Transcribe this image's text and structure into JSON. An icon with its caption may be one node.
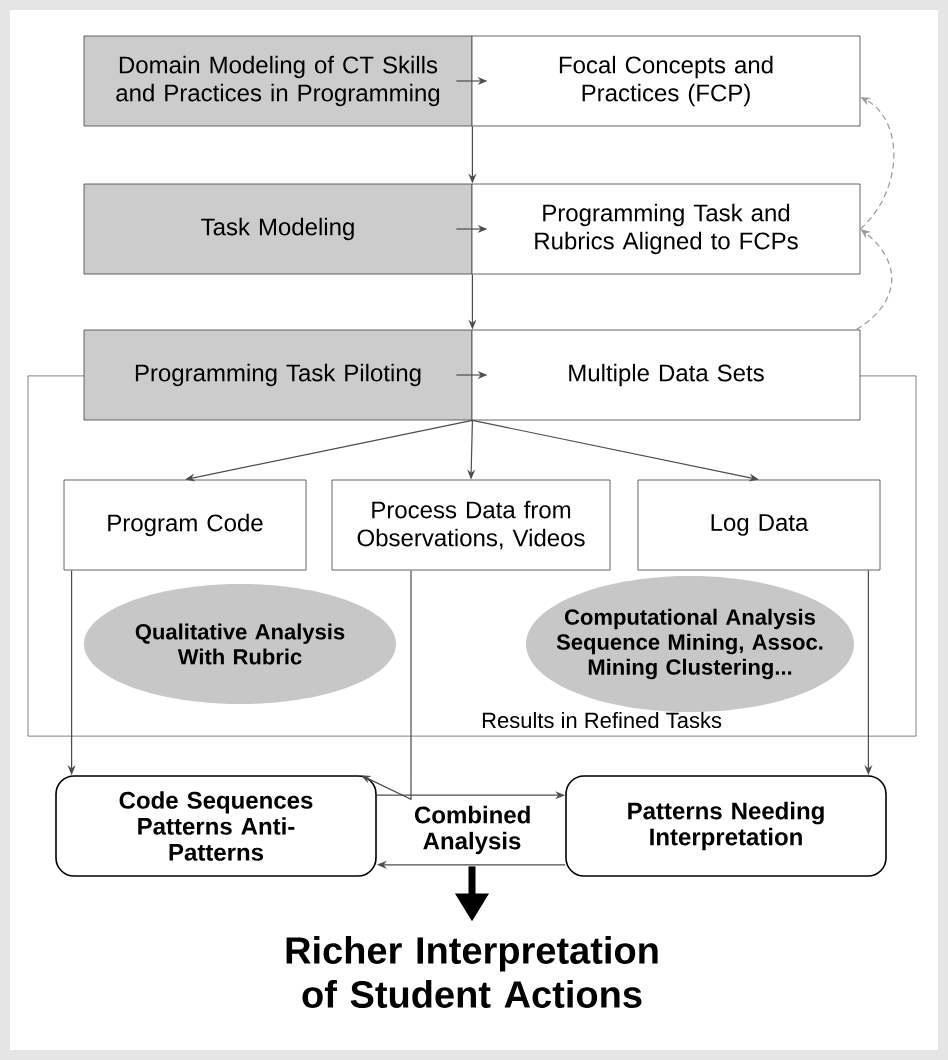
{
  "diagram": {
    "nodes": [
      {
        "text": [
          "Domain Modeling of CT Skills and Practices in Programming"
        ]
      },
      {
        "text": [
          "Focal Concepts and Practices (FCP)"
        ]
      },
      {
        "text": [
          "Task Modeling"
        ]
      },
      {
        "text": [
          "Programming Task and Rubrics Aligned to FCPs"
        ]
      },
      {
        "text": [
          "Programming Task Piloting"
        ]
      },
      {
        "text": [
          "Multiple Data Sets"
        ]
      },
      {
        "text": [
          "Results in Refined Tasks"
        ]
      },
      {
        "text": [
          "Program Code"
        ],
        "in": 6
      },
      {
        "text": [
          "Process Data from Observations, Videos"
        ],
        "in": 6
      },
      {
        "text": [
          "Log Data"
        ],
        "in": 6
      },
      {
        "text": [
          "Qualitative Analysis With Rubric"
        ],
        "in": 6
      },
      {
        "text": [
          "Computational Analysis Sequence Mining, Assoc. Mining Clustering..."
        ],
        "in": 6
      },
      {
        "text": [
          "Code Sequences Patterns Anti-Patterns"
        ]
      },
      {
        "text": [
          "Combined Analysis"
        ]
      },
      {
        "text": [
          "Patterns Needing Interpretation"
        ]
      },
      {
        "text": [
          "Richer Interpretation of Student Actions"
        ]
      }
    ],
    "edges": [
      {
        "from": 0,
        "to": 1,
        "arrow": "to"
      },
      {
        "from": 0,
        "to": 2,
        "arrow": "to"
      },
      {
        "from": 2,
        "to": 3,
        "arrow": "to"
      },
      {
        "from": 2,
        "to": 4,
        "arrow": "to"
      },
      {
        "from": 4,
        "to": 5,
        "arrow": "to"
      },
      {
        "from": 4,
        "to": 7,
        "arrow": "to"
      },
      {
        "from": 4,
        "to": 8,
        "arrow": "to"
      },
      {
        "from": 4,
        "to": 9,
        "arrow": "to"
      },
      {
        "from": 5,
        "to": 3,
        "arrow": "to",
        "style": "dashed",
        "color": "#999999"
      },
      {
        "from": 3,
        "to": 1,
        "arrow": "to",
        "style": "dashed",
        "color": "#999999"
      },
      {
        "from": 7,
        "to": 12,
        "arrow": "to"
      },
      {
        "from": 8,
        "to": 12,
        "arrow": "to"
      },
      {
        "from": 9,
        "to": 14,
        "arrow": "to"
      },
      {
        "from": 12,
        "to": 14,
        "arrow": "to"
      },
      {
        "from": 14,
        "to": 12,
        "arrow": "to"
      },
      {
        "from": 13,
        "to": 15,
        "arrow": "to",
        "style": "thick",
        "color": "#000000"
      }
    ]
  }
}
